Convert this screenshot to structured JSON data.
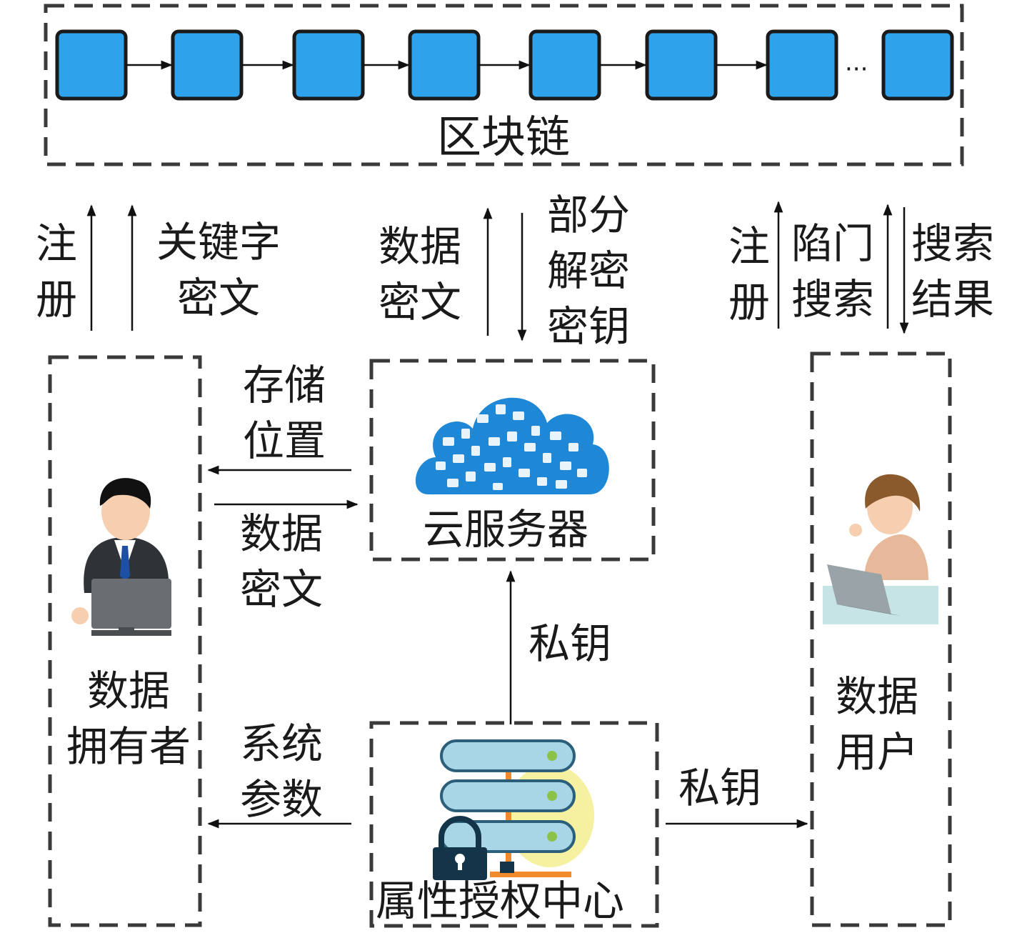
{
  "colors": {
    "block_fill": "#2ea3ec",
    "block_stroke": "#1a1a1a",
    "dash": "#3a3a3a",
    "arrow": "#111111",
    "cloud": "#1e88d6",
    "server_rack": "#a9d6e6",
    "lock": "#14344a",
    "base_orange": "#f08a2c",
    "glow": "#f4ec8a"
  },
  "blockchain": {
    "label": "区块链",
    "block_count": 8,
    "ellipsis": "···"
  },
  "labels": {
    "owner_register": [
      "注",
      "册"
    ],
    "owner_keyword_cipher": [
      "关键字",
      "密文"
    ],
    "cloud_data_cipher_up": [
      "数据",
      "密文"
    ],
    "cloud_partial_key": [
      "部分",
      "解密",
      "密钥"
    ],
    "user_register": [
      "注",
      "册"
    ],
    "user_trapdoor": [
      "陷门",
      "搜索"
    ],
    "user_search_result": [
      "搜索",
      "结果"
    ],
    "storage_location": [
      "存储",
      "位置"
    ],
    "owner_to_cloud_cipher": [
      "数据",
      "密文"
    ],
    "private_key_to_cloud": "私钥",
    "system_params": [
      "系统",
      "参数"
    ],
    "private_key_to_user": "私钥"
  },
  "entities": {
    "data_owner": [
      "数据",
      "拥有者"
    ],
    "cloud_server": "云服务器",
    "authority": "属性授权中心",
    "data_user": [
      "数据",
      "用户"
    ]
  },
  "icons": {
    "owner": "businessman-at-computer-icon",
    "cloud": "cloud-network-icon",
    "authority": "server-lock-icon",
    "user": "woman-with-laptop-icon"
  }
}
